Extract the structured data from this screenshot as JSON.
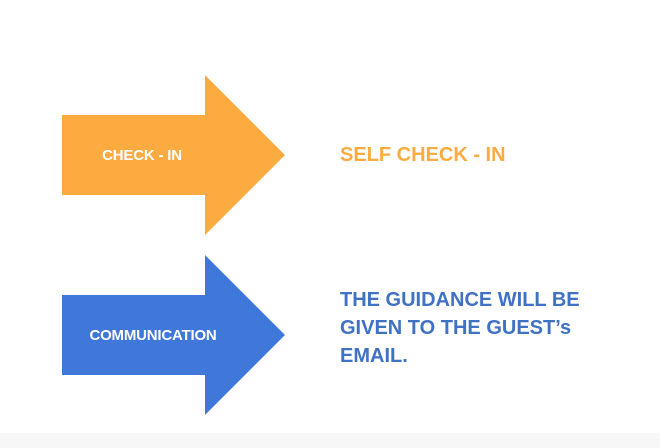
{
  "colors": {
    "orange": "#fcab41",
    "blue": "#3f78d8",
    "orange_text": "#fcab41",
    "blue_text": "#3f71c4"
  },
  "rows": [
    {
      "arrow_label": "CHECK - IN",
      "description": "SELF CHECK - IN"
    },
    {
      "arrow_label": "COMMUNICATION",
      "description": "THE GUIDANCE WILL BE GIVEN TO THE GUEST’s EMAIL."
    }
  ]
}
